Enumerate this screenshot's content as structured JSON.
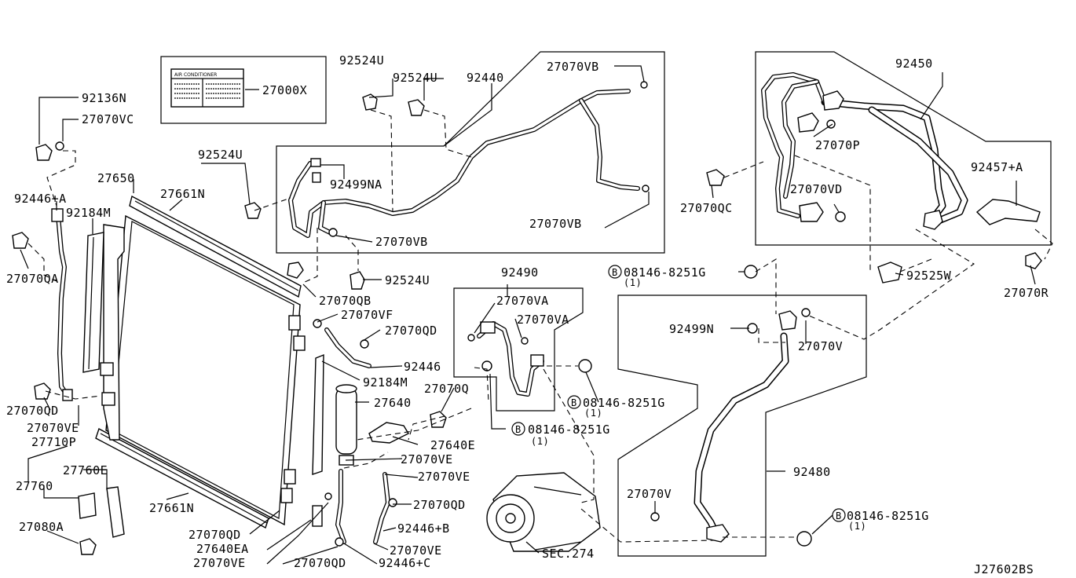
{
  "diagram_id": "J27602BS",
  "labels": {
    "p92136N": "92136N",
    "p27070VC": "27070VC",
    "p27000X": "27000X",
    "p92524U_a": "92524U",
    "p92524U_b": "92524U",
    "p92440": "92440",
    "p27070VB_a": "27070VB",
    "p92450": "92450",
    "p27650": "27650",
    "p27661N_top": "27661N",
    "p92524U_c": "92524U",
    "p92499NA": "92499NA",
    "p27070P": "27070P",
    "p27070QC": "27070QC",
    "p27070VD": "27070VD",
    "p92457A": "92457+A",
    "p92446A": "92446+A",
    "p92184M_a": "92184M",
    "p27070VB_b": "27070VB",
    "p27070VB_c": "27070VB",
    "p27070QA": "27070QA",
    "p92524U_d": "92524U",
    "p08146_a": "08146-8251G",
    "p08146_a_qty": "(1)",
    "p92525W": "92525W",
    "p27070R": "27070R",
    "p92490": "92490",
    "p27070QB": "27070QB",
    "p27070VA_a": "27070VA",
    "p27070VF": "27070VF",
    "p27070VA_b": "27070VA",
    "p27070QD_a": "27070QD",
    "p92499N": "92499N",
    "p27070V_a": "27070V",
    "p92446": "92446",
    "p92184M_b": "92184M",
    "p27070Q": "27070Q",
    "p08146_b": "08146-8251G",
    "p08146_b_qty": "(1)",
    "p27640": "27640",
    "p27070QD_b": "27070QD",
    "p27070VE_a": "27070VE",
    "p08146_c": "08146-8251G",
    "p08146_c_qty": "(1)",
    "p27710P": "27710P",
    "p27640E": "27640E",
    "p27070VE_b": "27070VE",
    "p27760E": "27760E",
    "p27070VE_c": "27070VE",
    "p92480": "92480",
    "p27760": "27760",
    "p27070QD_c": "27070QD",
    "p27070V_b": "27070V",
    "p27661N_bot": "27661N",
    "p08146_d": "08146-8251G",
    "p08146_d_qty": "(1)",
    "p92446B": "92446+B",
    "p27080A": "27080A",
    "p27070QD_d": "27070QD",
    "p27640EA": "27640EA",
    "p27070VE_d": "27070VE",
    "p27070VE_e": "27070VE",
    "p27070QD_e": "27070QD",
    "p92446C": "92446+C",
    "pSEC274": "SEC.274"
  },
  "bolt_marker": "B",
  "label_card": {
    "title": "AIR CONDITIONER"
  }
}
